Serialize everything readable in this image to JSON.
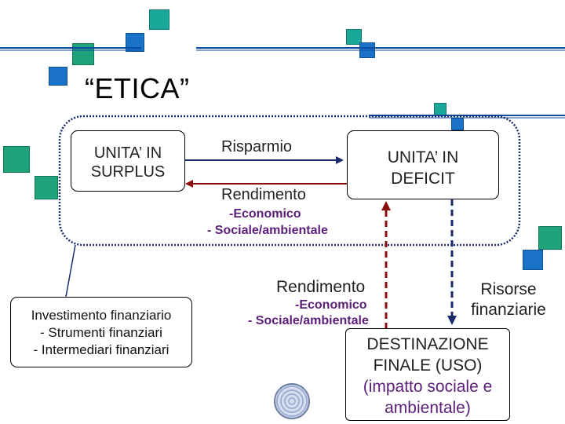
{
  "title": "“ETICA”",
  "surplus_box": {
    "line1": "UNITA’ IN",
    "line2": "SURPLUS"
  },
  "deficit_box": {
    "line1": "UNITA’ IN",
    "line2": "DEFICIT"
  },
  "arrow_top_label": "Risparmio",
  "arrow_bottom_label": "Rendimento",
  "economic_label": "-Economico",
  "social_label": "- Sociale/ambientale",
  "investment_box": {
    "line1": "Investimento finanziario",
    "line2": "- Strumenti finanziari",
    "line3": "- Intermediari finanziari"
  },
  "lower_rendimento": "Rendimento",
  "lower_economic": "-Economico",
  "lower_social": "- Sociale/ambientale",
  "resources_label": {
    "line1": "Risorse",
    "line2": "finanziarie"
  },
  "destination_box": {
    "line1": "DESTINAZIONE",
    "line2": "FINALE (USO)",
    "line3": "(impatto sociale e",
    "line4": "ambientale)"
  },
  "colors": {
    "green": "#1fa37a",
    "blue": "#1a73c8",
    "dark_red": "#8b0d0d",
    "navy": "#1a2a6b",
    "purple_text": "#5b1f7a"
  }
}
